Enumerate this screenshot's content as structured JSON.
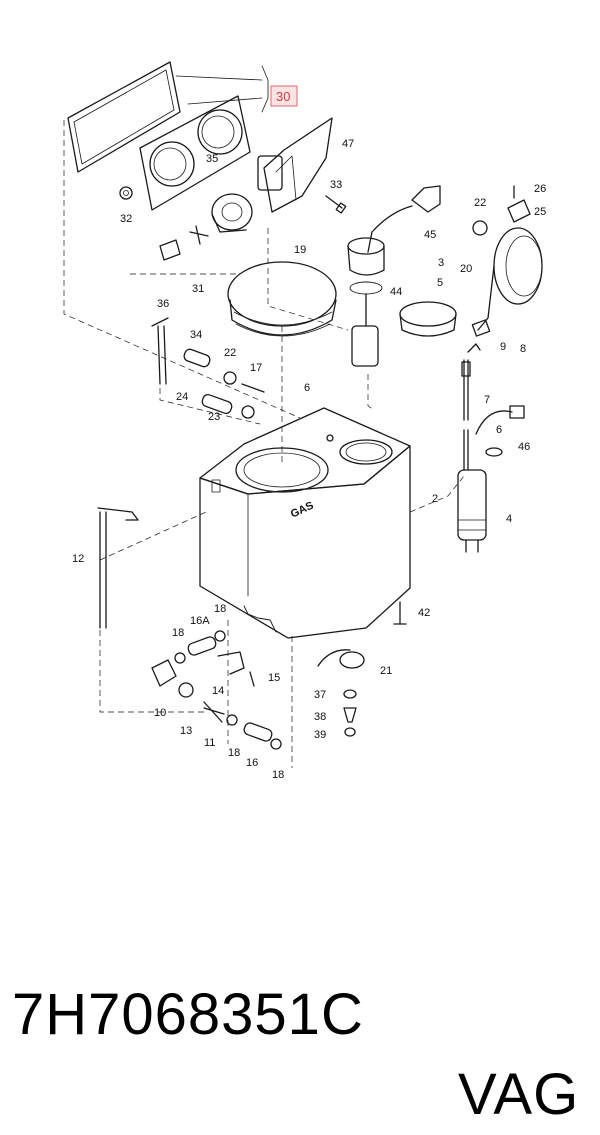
{
  "diagram": {
    "tank_marking": "GAS",
    "highlighted_callout": "30",
    "callouts": {
      "n2": "2",
      "n3": "3",
      "n4": "4",
      "n5": "5",
      "n6a": "6",
      "n6b": "6",
      "n7": "7",
      "n8": "8",
      "n9": "9",
      "n10": "10",
      "n11": "11",
      "n12": "12",
      "n13": "13",
      "n14": "14",
      "n15": "15",
      "n16": "16",
      "n16a": "16A",
      "n17": "17",
      "n18a": "18",
      "n18b": "18",
      "n18c": "18",
      "n18d": "18",
      "n19": "19",
      "n20": "20",
      "n21": "21",
      "n22a": "22",
      "n22b": "22",
      "n23": "23",
      "n24": "24",
      "n25": "25",
      "n26": "26",
      "n31": "31",
      "n32": "32",
      "n33": "33",
      "n34": "34",
      "n35": "35",
      "n36": "36",
      "n37": "37",
      "n38": "38",
      "n39": "39",
      "n42": "42",
      "n44": "44",
      "n45": "45",
      "n46": "46",
      "n47": "47"
    }
  },
  "caption": {
    "part_number": "7H7068351C",
    "brand": "VAG"
  },
  "colors": {
    "line": "#1a1a1a",
    "highlight_border": "#e06a6a",
    "highlight_fill": "#fde3e3",
    "highlight_text": "#d23c3c"
  }
}
